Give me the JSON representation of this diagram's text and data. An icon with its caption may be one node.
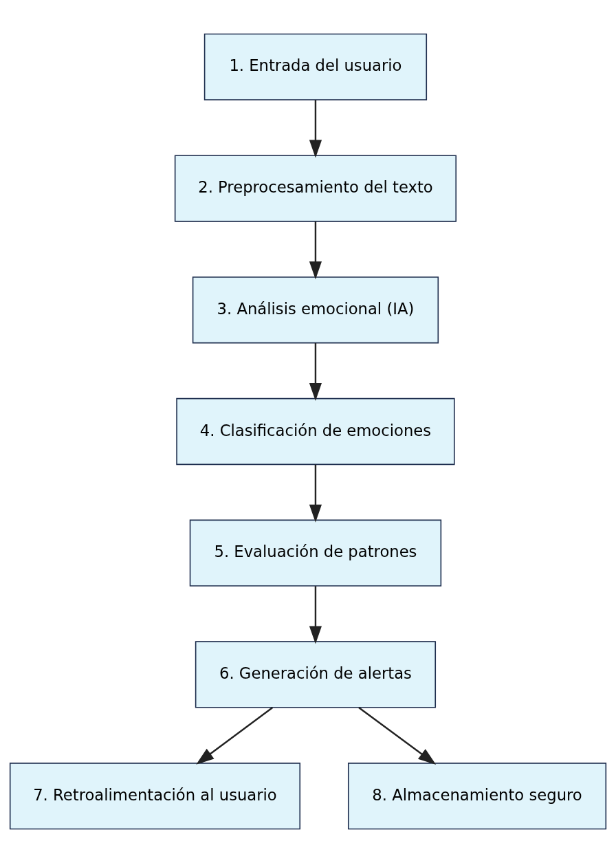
{
  "diagram": {
    "nodes": [
      {
        "text": [
          "1. Entrada del usuario"
        ]
      },
      {
        "text": [
          "2. Preprocesamiento del texto"
        ]
      },
      {
        "text": [
          "3. Análisis emocional (IA)"
        ]
      },
      {
        "text": [
          "4. Clasificación de emociones"
        ]
      },
      {
        "text": [
          "5. Evaluación de patrones"
        ]
      },
      {
        "text": [
          "6. Generación de alertas"
        ]
      },
      {
        "text": [
          "7. Retroalimentación al usuario"
        ]
      },
      {
        "text": [
          "8. Almacenamiento seguro"
        ]
      }
    ],
    "edges": [
      {
        "from": 0,
        "to": 1,
        "arrow": "to"
      },
      {
        "from": 1,
        "to": 2,
        "arrow": "to"
      },
      {
        "from": 2,
        "to": 3,
        "arrow": "to"
      },
      {
        "from": 3,
        "to": 4,
        "arrow": "to"
      },
      {
        "from": 4,
        "to": 5,
        "arrow": "to"
      },
      {
        "from": 5,
        "to": 6,
        "arrow": "to"
      },
      {
        "from": 5,
        "to": 7,
        "arrow": "to"
      }
    ]
  }
}
